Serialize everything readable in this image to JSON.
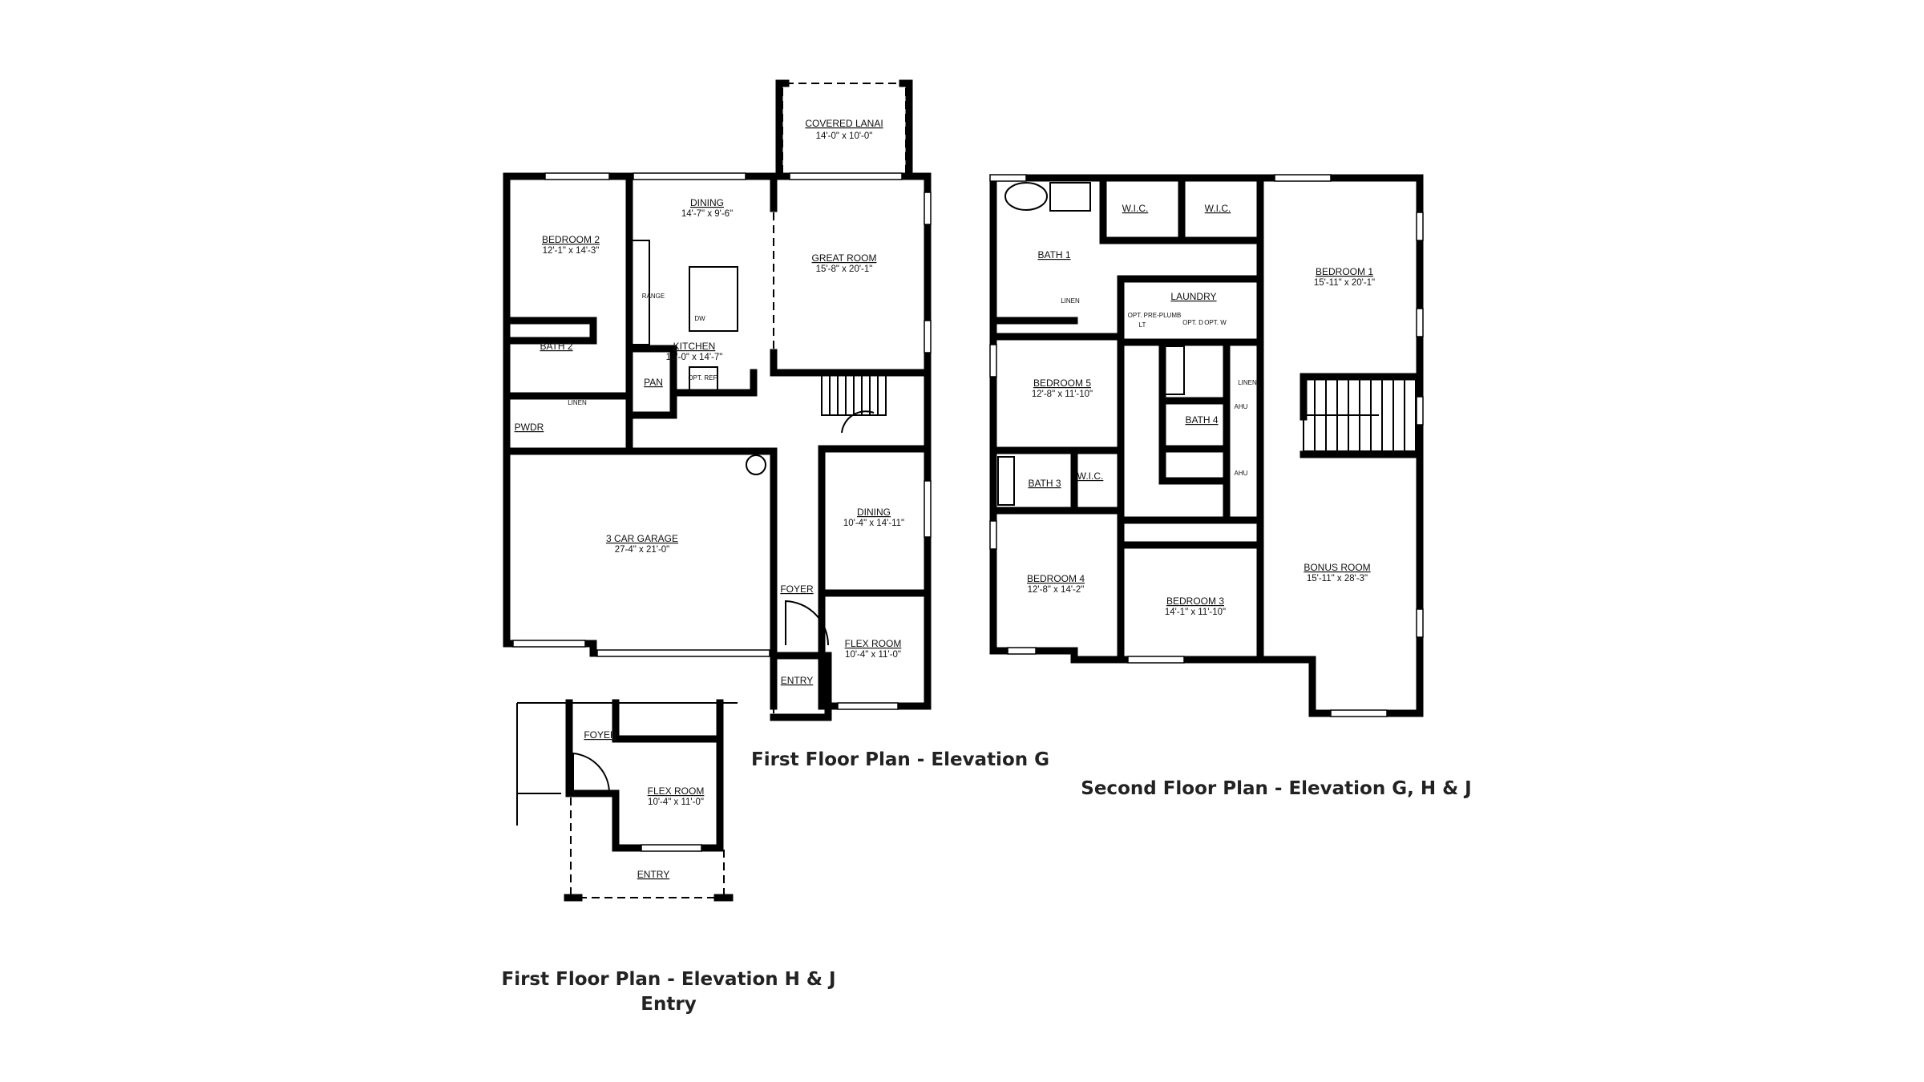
{
  "first_floor_g": {
    "title": "First Floor Plan - Elevation G",
    "rooms": [
      {
        "name": "COVERED LANAI",
        "dim": "14'-0\" x 10'-0\""
      },
      {
        "name": "BEDROOM 2",
        "dim": "12'-1\" x 14'-3\""
      },
      {
        "name": "DINING",
        "dim": "14'-7\" x 9'-6\""
      },
      {
        "name": "GREAT ROOM",
        "dim": "15'-8\" x 20'-1\""
      },
      {
        "name": "KITCHEN",
        "dim": "13'-0\" x 14'-7\""
      },
      {
        "name": "BATH 2",
        "dim": ""
      },
      {
        "name": "PAN",
        "dim": ""
      },
      {
        "name": "PWDR",
        "dim": ""
      },
      {
        "name": "3 CAR GARAGE",
        "dim": "27-4\" x 21'-0\""
      },
      {
        "name": "DINING",
        "dim": "10'-4\" x 14'-11\""
      },
      {
        "name": "FOYER",
        "dim": ""
      },
      {
        "name": "FLEX ROOM",
        "dim": "10'-4\" x 11'-0\""
      },
      {
        "name": "ENTRY",
        "dim": ""
      }
    ],
    "fixture_labels": [
      "RANGE",
      "DW",
      "OPT. REF.",
      "LINEN"
    ]
  },
  "first_floor_hj": {
    "title_line1": "First Floor Plan - Elevation H & J",
    "title_line2": "Entry",
    "rooms": [
      {
        "name": "FOYER",
        "dim": ""
      },
      {
        "name": "FLEX ROOM",
        "dim": "10'-4\" x 11'-0\""
      },
      {
        "name": "ENTRY",
        "dim": ""
      }
    ]
  },
  "second_floor": {
    "title": "Second Floor Plan - Elevation G, H & J",
    "rooms": [
      {
        "name": "W.I.C.",
        "dim": ""
      },
      {
        "name": "W.I.C.",
        "dim": ""
      },
      {
        "name": "BATH 1",
        "dim": ""
      },
      {
        "name": "BEDROOM 1",
        "dim": "15'-11\" x 20'-1\""
      },
      {
        "name": "LAUNDRY",
        "dim": ""
      },
      {
        "name": "BEDROOM 5",
        "dim": "12'-8\" x 11'-10\""
      },
      {
        "name": "BATH 4",
        "dim": ""
      },
      {
        "name": "BATH 3",
        "dim": ""
      },
      {
        "name": "W.I.C.",
        "dim": ""
      },
      {
        "name": "BEDROOM 4",
        "dim": "12'-8\" x 14'-2\""
      },
      {
        "name": "BEDROOM 3",
        "dim": "14'-1\" x 11'-10\""
      },
      {
        "name": "BONUS ROOM",
        "dim": "15'-11\" x 28'-3\""
      }
    ],
    "fixture_labels": [
      "LINEN",
      "OPT. PRE-PLUMB",
      "LT",
      "OPT. D",
      "OPT. W",
      "LINEN",
      "AHU",
      "AHU"
    ]
  }
}
